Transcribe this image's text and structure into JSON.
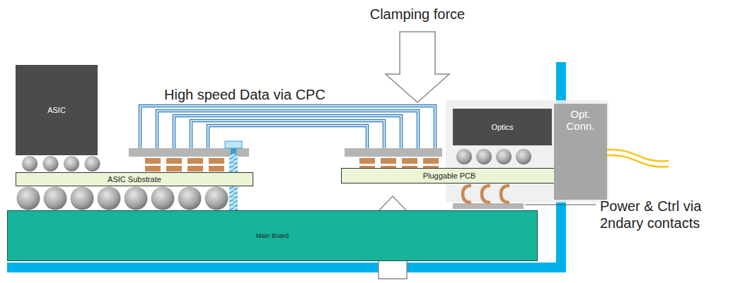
{
  "diagram": {
    "nodes": [
      {
        "text": [
          "ASIC"
        ]
      },
      {
        "text": [
          "ASIC Substrate"
        ]
      },
      {
        "text": [
          "Main Board"
        ]
      },
      {
        "text": [
          "Pluggable PCB"
        ]
      },
      {
        "text": [
          "Optics"
        ]
      },
      {
        "text": [
          "Opt. Conn."
        ]
      }
    ],
    "labels": [
      "Clamping force",
      "High speed Data via CPC",
      "Power & Ctrl via 2ndary contacts"
    ]
  }
}
